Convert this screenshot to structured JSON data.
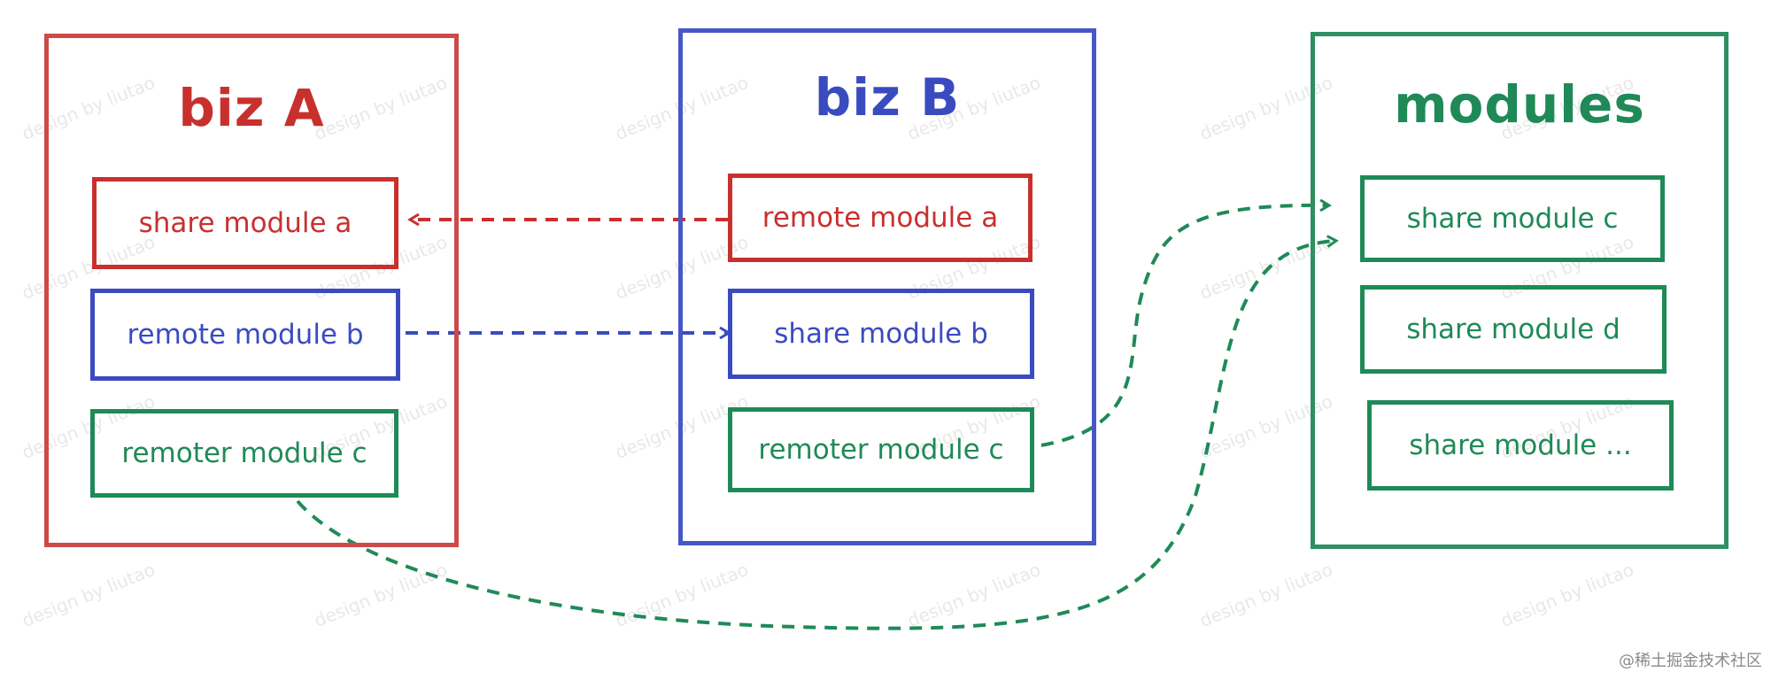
{
  "colors": {
    "red": "#c8302e",
    "blue": "#3a4bc0",
    "green": "#1f8a57",
    "group_red": "#cc4a48",
    "group_blue": "#4756c8",
    "group_green": "#2f8f60"
  },
  "watermark": "design by liutao",
  "credit": "@稀土掘金技术社区",
  "groups": {
    "biz_a": {
      "title": "biz A",
      "modules": {
        "share_a": "share module a",
        "remote_b": "remote module b",
        "remoter_c": "remoter module c"
      }
    },
    "biz_b": {
      "title": "biz B",
      "modules": {
        "remote_a": "remote module a",
        "share_b": "share module b",
        "remoter_c": "remoter module c"
      }
    },
    "modules": {
      "title": "modules",
      "modules": {
        "share_c": "share module c",
        "share_d": "share module d",
        "share_more": "share module ..."
      }
    }
  }
}
